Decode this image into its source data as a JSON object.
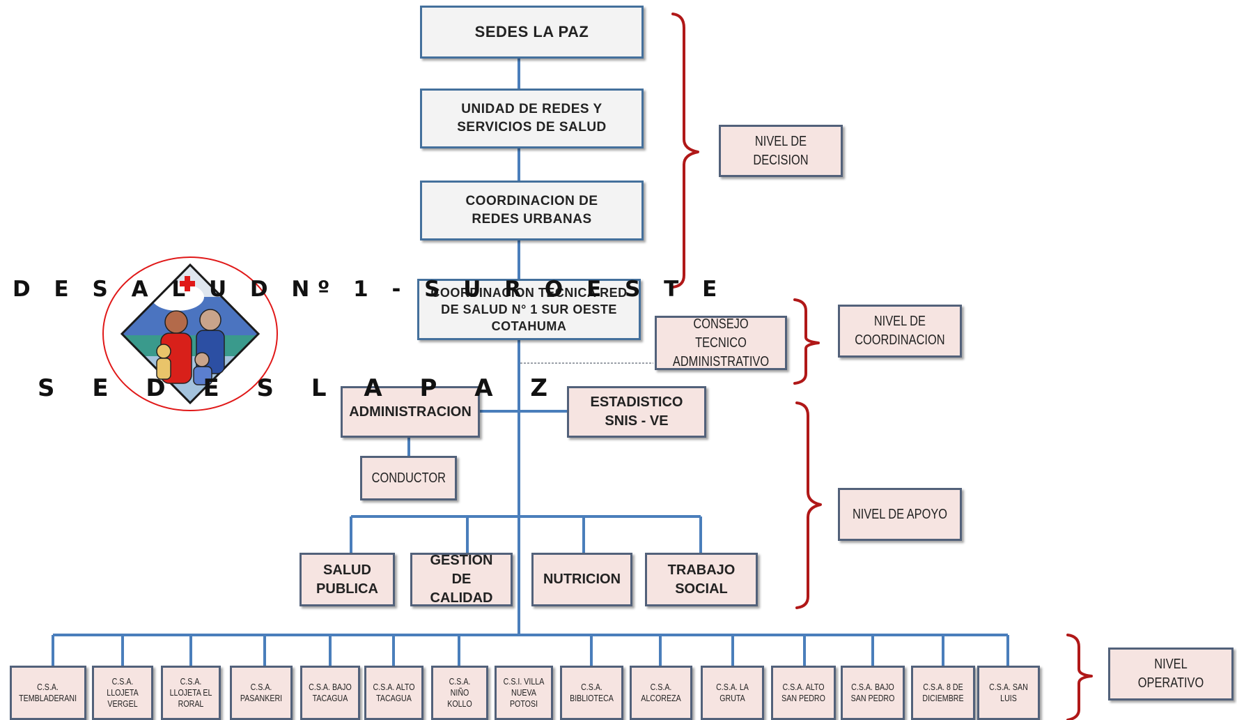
{
  "watermark": {
    "line1": "D E S A L U D  Nº 1 - S U R O E S T E",
    "line2": "S E D E S  L A  P A Z"
  },
  "nodes": {
    "sedes": "SEDES LA PAZ",
    "unidad": "UNIDAD DE REDES Y SERVICIOS DE SALUD",
    "coord_urbanas": "COORDINACION DE REDES URBANAS",
    "coord_tecnica": "COORDINACION TECNICA RED DE SALUD N° 1 SUR OESTE COTAHUMA",
    "consejo": "CONSEJO TECNICO ADMINISTRATIVO",
    "administracion": "ADMINISTRACION",
    "estadistico": "ESTADISTICO SNIS - VE",
    "conductor": "CONDUCTOR",
    "salud_publica": "SALUD PUBLICA",
    "gestion": "GESTION DE CALIDAD",
    "nutricion": "NUTRICION",
    "trabajo_social": "TRABAJO SOCIAL"
  },
  "centers": [
    "C.S.A. TEMBLADERANI",
    "C.S.A. LLOJETA VERGEL",
    "C.S.A. LLOJETA EL RORAL",
    "C.S.A. PASANKERI",
    "C.S.A. BAJO TACAGUA",
    "C.S.A. ALTO TACAGUA",
    "C.S.A. NIÑO KOLLO",
    "C.S.I. VILLA NUEVA POTOSI",
    "C.S.A. BIBLIOTECA",
    "C.S.A. ALCOREZA",
    "C.S.A. LA GRUTA",
    "C.S.A. ALTO SAN PEDRO",
    "C.S.A. BAJO SAN PEDRO",
    "C.S.A. 8 DE DICIEMBRE",
    "C.S.A. SAN LUIS"
  ],
  "levels": {
    "decision": "NIVEL DE DECISION",
    "coordinacion": "NIVEL DE COORDINACION",
    "apoyo": "NIVEL DE APOYO",
    "operativo": "NIVEL OPERATIVO"
  },
  "colors": {
    "connector": "#4a7ebb",
    "bracket": "#b01818",
    "box_border": "#44709c",
    "box_fill_pink": "#f6e4e1",
    "box_fill_gray": "#f3f3f3",
    "logo_ring": "#e01818"
  },
  "icons": {
    "logo": "family-health-logo-icon"
  }
}
